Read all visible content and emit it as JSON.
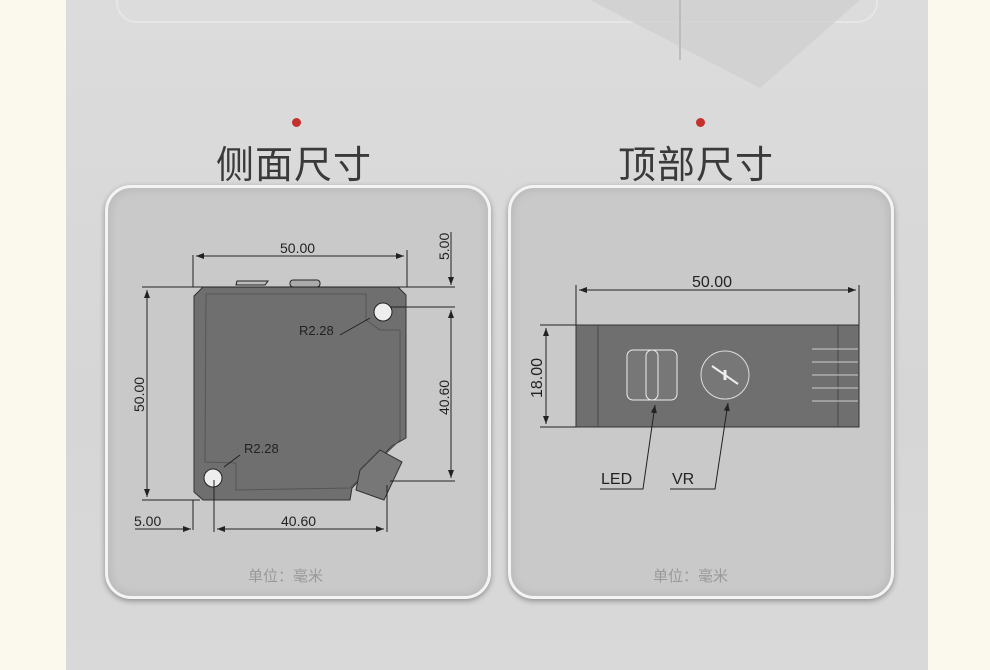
{
  "side_view": {
    "title": "侧面尺寸",
    "width_top": "50.00",
    "height_left": "50.00",
    "offset_right_top": "5.00",
    "hole_spacing_right": "40.60",
    "offset_left_bottom": "5.00",
    "hole_spacing_bottom": "40.60",
    "radius_top": "R2.28",
    "radius_bottom": "R2.28",
    "unit": "单位：毫米"
  },
  "top_view": {
    "title": "顶部尺寸",
    "width": "50.00",
    "height": "18.00",
    "led_label": "LED",
    "vr_label": "VR",
    "unit": "单位：毫米"
  },
  "colors": {
    "accent_dot": "#c4302b",
    "body": "#6f6f6f"
  }
}
